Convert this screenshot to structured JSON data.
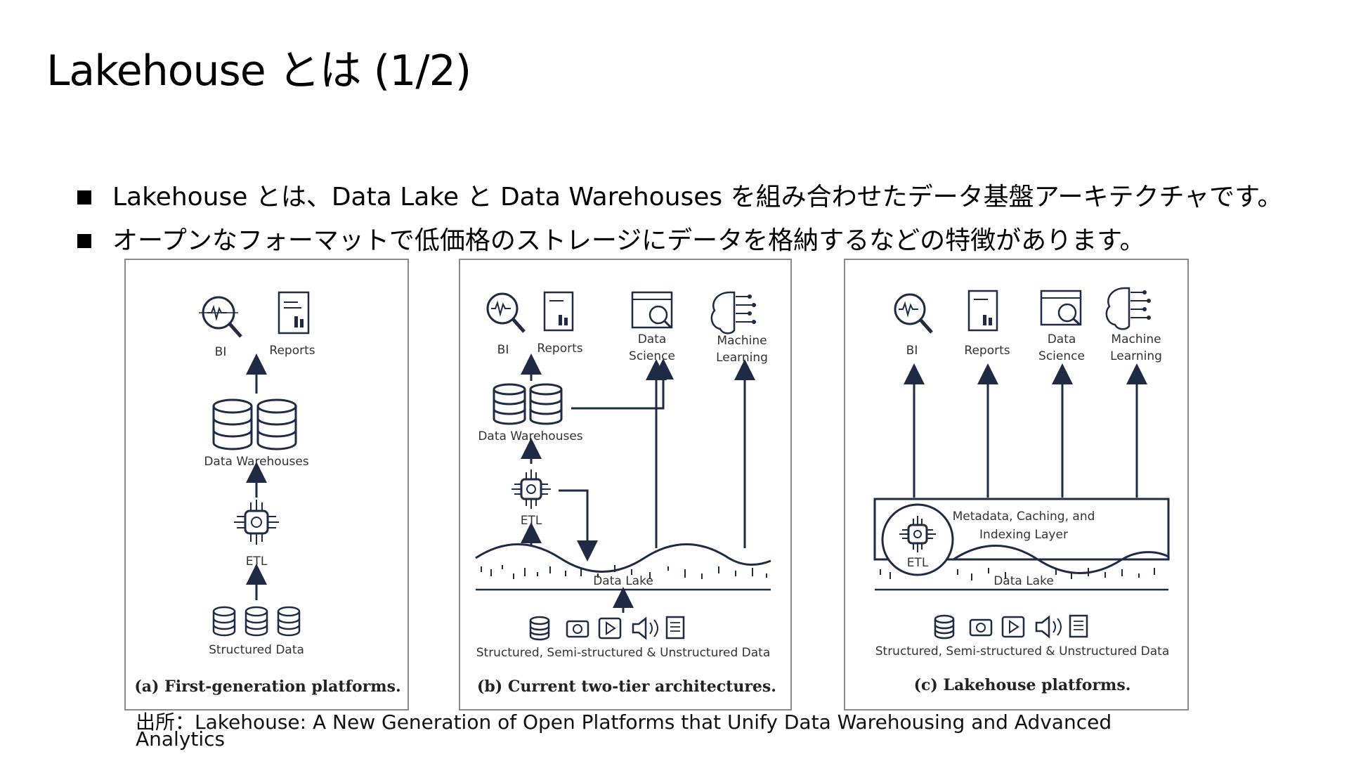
{
  "slide": {
    "title": "Lakehouse とは (1/2)",
    "bullets": [
      "Lakehouse とは、Data Lake と Data Warehouses を組み合わせたデータ基盤アーキテクチャです。",
      "オープンなフォーマットで低価格のストレージにデータを格納するなどの特徴があります。"
    ],
    "source": "出所：Lakehouse: A New Generation of Open Platforms that Unify Data Warehousing and Advanced Analytics"
  },
  "panels": {
    "a": {
      "caption": "(a) First-generation platforms.",
      "bi": "BI",
      "reports": "Reports",
      "dw": "Data Warehouses",
      "etl": "ETL",
      "structured": "Structured Data"
    },
    "b": {
      "caption": "(b) Current two-tier architectures.",
      "bi": "BI",
      "reports": "Reports",
      "ds1": "Data",
      "ds2": "Science",
      "ml1": "Machine",
      "ml2": "Learning",
      "dw": "Data Warehouses",
      "etl": "ETL",
      "lake": "Data Lake",
      "sources": "Structured, Semi-structured & Unstructured Data"
    },
    "c": {
      "caption": "(c) Lakehouse platforms.",
      "bi": "BI",
      "reports": "Reports",
      "ds1": "Data",
      "ds2": "Science",
      "ml1": "Machine",
      "ml2": "Learning",
      "meta1": "Metadata, Caching, and",
      "meta2": "Indexing Layer",
      "etl": "ETL",
      "lake": "Data Lake",
      "sources": "Structured, Semi-structured & Unstructured Data"
    }
  },
  "colors": {
    "ink": "#1f2a44",
    "border": "#8a8a8a"
  }
}
